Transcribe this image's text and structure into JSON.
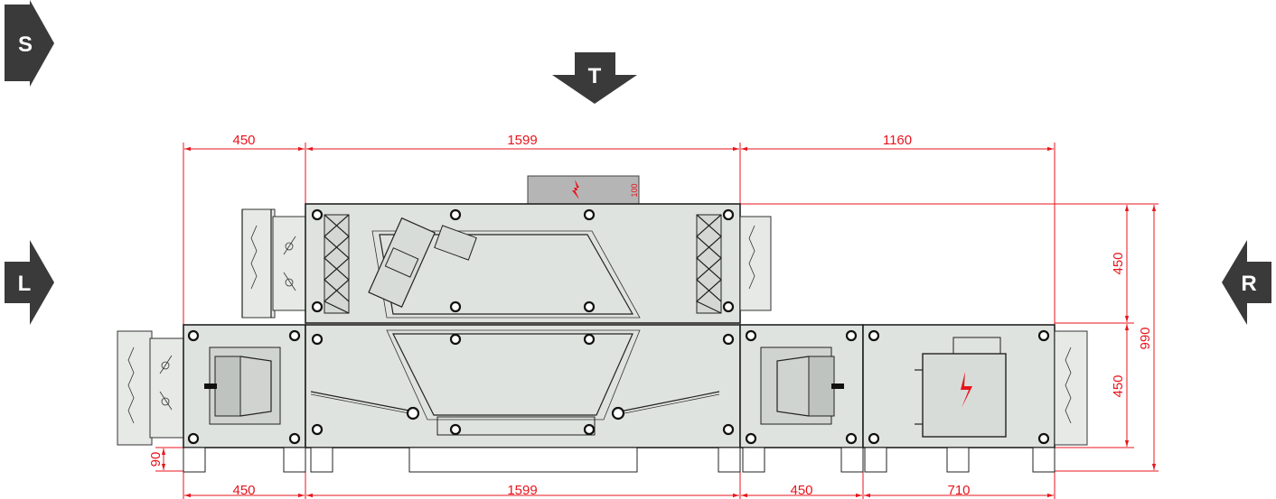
{
  "direction_arrows": {
    "top_left": "S",
    "top_center": "T",
    "left": "L",
    "right": "R"
  },
  "dimensions": {
    "top": [
      "450",
      "1599",
      "1160"
    ],
    "bottom": [
      "450",
      "1599",
      "450",
      "710"
    ],
    "right_upper": "450",
    "right_lower": "450",
    "right_total": "990",
    "left_foot": "90",
    "electrical_box": "100"
  },
  "colors": {
    "dimension": "#e8141c",
    "arrow": "#3a3a3a",
    "unit_fill": "#dfe3df"
  },
  "icons": {
    "electrical_symbol": "lightning-bolt-icon",
    "damper": "damper-icon",
    "fan": "fan-icon"
  }
}
